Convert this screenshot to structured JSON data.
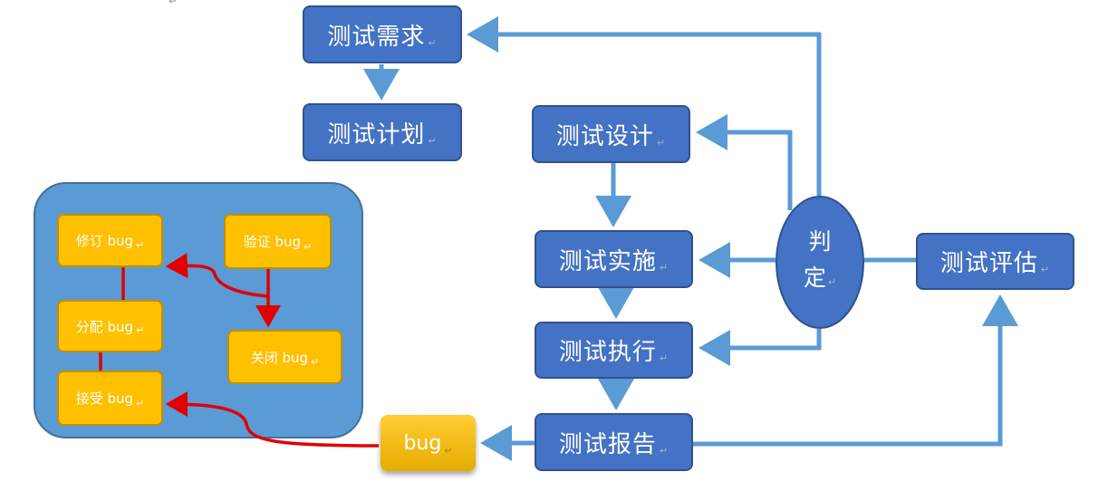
{
  "nodes": {
    "req": "测试需求",
    "plan": "测试计划",
    "design": "测试设计",
    "impl": "测试实施",
    "exec": "测试执行",
    "report": "测试报告",
    "eval": "测试评估",
    "judge_line1": "判",
    "judge_line2": "定",
    "bug": "bug"
  },
  "bug_lifecycle": {
    "fix": "修订 bug",
    "verify": "验证 bug",
    "assign": "分配 bug",
    "close": "关闭 bug",
    "accept": "接受 bug"
  },
  "para_mark": "↵",
  "colors": {
    "node_fill": "#4472C4",
    "node_border": "#2F528F",
    "flow_arrow": "#5B9BD5",
    "panel_fill": "#5B9BD5",
    "lifecycle_fill": "#FFC000",
    "lifecycle_arrow": "#E00000"
  }
}
